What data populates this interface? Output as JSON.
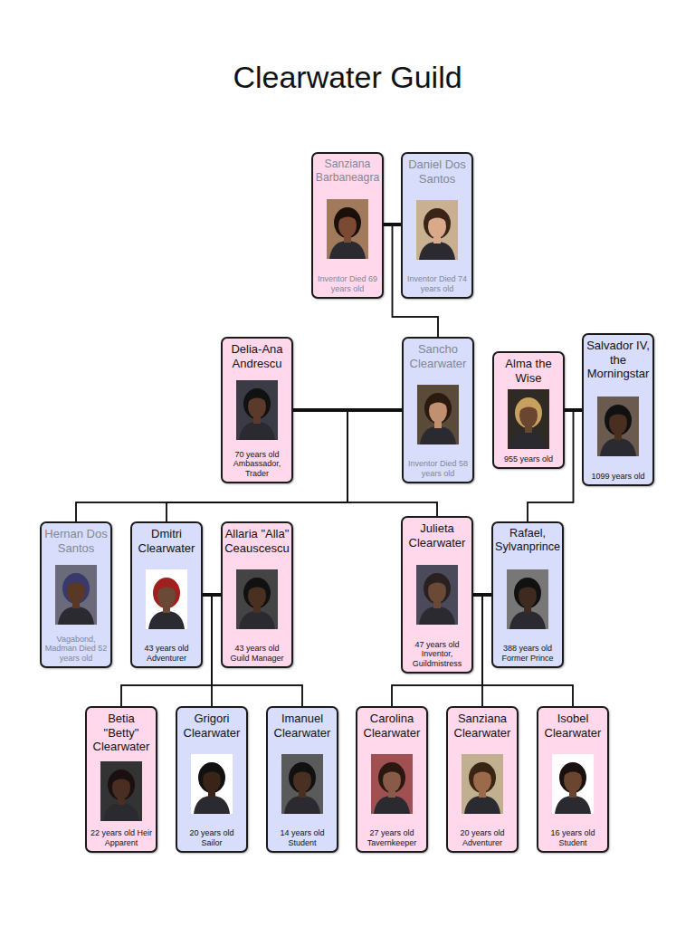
{
  "diagram": {
    "title": "Clearwater Guild",
    "nodes": [
      {
        "text": [
          "Sanziana Barbaneagra",
          "Inventor Died 69 years old"
        ]
      },
      {
        "text": [
          "Daniel Dos Santos",
          "Inventor Died 74 years old"
        ]
      },
      {
        "text": [
          "Delia-Ana Andrescu",
          "70 years old Ambassador, Trader"
        ]
      },
      {
        "text": [
          "Sancho Clearwater",
          "Inventor Died 58 years old"
        ]
      },
      {
        "text": [
          "Alma the Wise",
          "955 years old"
        ]
      },
      {
        "text": [
          "Salvador IV, the Morningstar",
          "1099 years old"
        ]
      },
      {
        "text": [
          "Hernan Dos Santos",
          "Vagabond, Madman Died 52 years old"
        ]
      },
      {
        "text": [
          "Dmitri Clearwater",
          "43 years old Adventurer"
        ]
      },
      {
        "text": [
          "Allaria \"Alla\" Ceauscescu",
          "43 years old Guild Manager"
        ]
      },
      {
        "text": [
          "Julieta Clearwater",
          "47 years old Inventor, Guildmistress"
        ]
      },
      {
        "text": [
          "Rafael, Sylvanprince",
          "388 years old Former Prince"
        ]
      },
      {
        "text": [
          "Betia \"Betty\" Clearwater",
          "22 years old Heir Apparent"
        ]
      },
      {
        "text": [
          "Grigori Clearwater",
          "20 years old Sailor"
        ]
      },
      {
        "text": [
          "Imanuel Clearwater",
          "14 years old Student"
        ]
      },
      {
        "text": [
          "Carolina Clearwater",
          "27 years old Tavernkeeper"
        ]
      },
      {
        "text": [
          "Sanziana Clearwater",
          "20 years old Adventurer"
        ]
      },
      {
        "text": [
          "Isobel Clearwater",
          "16 years old Student"
        ]
      }
    ],
    "edges": [
      {
        "from": 0,
        "to": 1,
        "arrow": "none"
      },
      {
        "from": 0,
        "to": 3,
        "arrow": "none"
      },
      {
        "from": 1,
        "to": 3,
        "arrow": "none"
      },
      {
        "from": 2,
        "to": 3,
        "arrow": "none"
      },
      {
        "from": 2,
        "to": 6,
        "arrow": "none"
      },
      {
        "from": 3,
        "to": 6,
        "arrow": "none"
      },
      {
        "from": 2,
        "to": 7,
        "arrow": "none"
      },
      {
        "from": 3,
        "to": 7,
        "arrow": "none"
      },
      {
        "from": 2,
        "to": 9,
        "arrow": "none"
      },
      {
        "from": 3,
        "to": 9,
        "arrow": "none"
      },
      {
        "from": 4,
        "to": 5,
        "arrow": "none"
      },
      {
        "from": 4,
        "to": 10,
        "arrow": "none"
      },
      {
        "from": 5,
        "to": 10,
        "arrow": "none"
      },
      {
        "from": 7,
        "to": 8,
        "arrow": "none"
      },
      {
        "from": 7,
        "to": 11,
        "arrow": "none"
      },
      {
        "from": 8,
        "to": 11,
        "arrow": "none"
      },
      {
        "from": 7,
        "to": 12,
        "arrow": "none"
      },
      {
        "from": 8,
        "to": 12,
        "arrow": "none"
      },
      {
        "from": 7,
        "to": 13,
        "arrow": "none"
      },
      {
        "from": 8,
        "to": 13,
        "arrow": "none"
      },
      {
        "from": 9,
        "to": 10,
        "arrow": "none"
      },
      {
        "from": 9,
        "to": 14,
        "arrow": "none"
      },
      {
        "from": 10,
        "to": 14,
        "arrow": "none"
      },
      {
        "from": 9,
        "to": 15,
        "arrow": "none"
      },
      {
        "from": 10,
        "to": 15,
        "arrow": "none"
      },
      {
        "from": 9,
        "to": 16,
        "arrow": "none"
      },
      {
        "from": 10,
        "to": 16,
        "arrow": "none"
      }
    ]
  }
}
